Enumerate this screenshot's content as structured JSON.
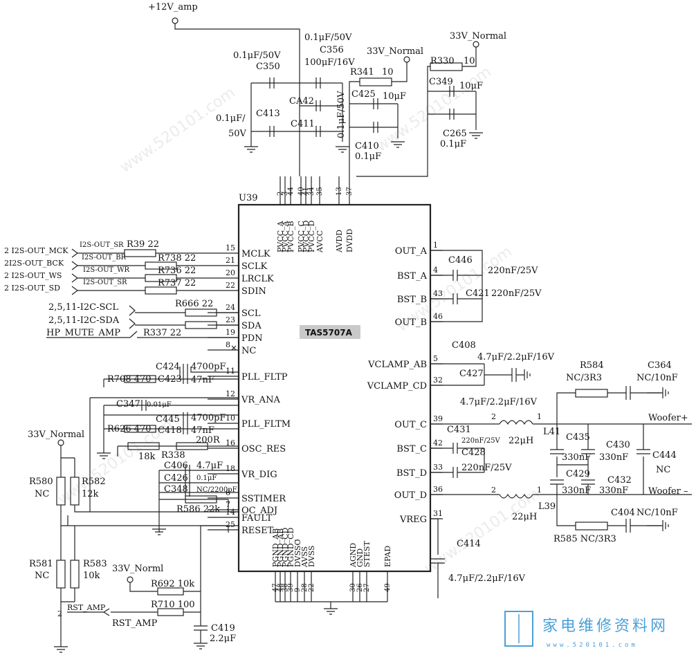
{
  "chip": {
    "ref": "U39",
    "part": "TAS5707A",
    "top_pins": [
      "PVCC_A",
      "PVCC_A",
      "PVCC_B",
      "PVCC_C",
      "PVCC_D",
      "PVCC_D",
      "AVCC",
      "AVDD",
      "DVDD"
    ],
    "top_pin_nums": [
      "2",
      "3",
      "44",
      "40",
      "41",
      "34",
      "35",
      "13",
      "37"
    ],
    "bottom_pins": [
      "PGND_AB",
      "PGND_AB",
      "PGND_CD",
      "PGND_CD",
      "DVSSO",
      "AVSS",
      "DVSS",
      "AGND",
      "GND",
      "STEST",
      "EPAD"
    ],
    "bottom_pin_nums": [
      "47",
      "48",
      "38",
      "39",
      "9",
      "28",
      "22",
      "30",
      "26",
      "27",
      "49"
    ],
    "left_pins": [
      {
        "name": "MCLK",
        "num": "15"
      },
      {
        "name": "SCLK",
        "num": "21"
      },
      {
        "name": "LRCLK",
        "num": "20"
      },
      {
        "name": "SDIN",
        "num": "22"
      },
      {
        "name": "SCL",
        "num": "24"
      },
      {
        "name": "SDA",
        "num": "23"
      },
      {
        "name": "PDN",
        "num": "19"
      },
      {
        "name": "NC",
        "num": "8"
      },
      {
        "name": "PLL_FLTP",
        "num": "11"
      },
      {
        "name": "VR_ANA",
        "num": "12"
      },
      {
        "name": "PLL_FLTM",
        "num": "10"
      },
      {
        "name": "OSC_RES",
        "num": "16"
      },
      {
        "name": "VR_DIG",
        "num": "18"
      },
      {
        "name": "SSTIMER",
        "num": "6"
      },
      {
        "name": "OC_ADJ",
        "num": "7"
      },
      {
        "name": "FAULT",
        "num": "14"
      },
      {
        "name": "RESET",
        "num": "25"
      }
    ],
    "right_pins": [
      {
        "name": "OUT_A",
        "num": "1"
      },
      {
        "name": "BST_A",
        "num": "4"
      },
      {
        "name": "BST_B",
        "num": "43"
      },
      {
        "name": "OUT_B",
        "num": "46"
      },
      {
        "name": "VCLAMP_AB",
        "num": "5"
      },
      {
        "name": "VCLAMP_CD",
        "num": "32"
      },
      {
        "name": "OUT_C",
        "num": "39"
      },
      {
        "name": "BST_C",
        "num": "42"
      },
      {
        "name": "BST_D",
        "num": "33"
      },
      {
        "name": "OUT_D",
        "num": "36"
      },
      {
        "name": "VREG",
        "num": "31"
      }
    ]
  },
  "rails": {
    "v12_amp": "+12V_amp",
    "v33_normal_a": "33V_Normal",
    "v33_normal_b": "33V_Normal",
    "v33_normal_c": "33V_Normal",
    "v33_norml": "33V_Norml"
  },
  "inputs": {
    "mck": "2 I2S-OUT_MCK",
    "bck": "2I2S-OUT_BCK",
    "ws": "2 I2S-OUT_WS",
    "sd": "2 I2S-OUT_SD",
    "scl": "2,5,11-I2C-SCL",
    "sda": "2,5,11-I2C-SDA",
    "hp_mute": "HP_MUTE_AMP",
    "rst_amp_left": "RST_AMP",
    "rst_amp": "RST_AMP",
    "rst_num": "2",
    "net_sr1": "I2S-OUT_SR",
    "net_br": "I2S-OUT_BR",
    "net_wr": "I2S-OUT_WR",
    "net_sr2": "I2S-OUT_SR"
  },
  "resistors": {
    "r39": "R39  22",
    "r738": "R738  22",
    "r736": "R736  22",
    "r737": "R737  22",
    "r666": "R666  22",
    "r337": "R337  22",
    "r708": "R708  470",
    "r626": "R626  470",
    "r338_val": "18k",
    "r338": "R338",
    "r338b": "200R",
    "r586": "R586  22k",
    "r580": "R580",
    "r580v": "NC",
    "r582": "R582",
    "r582v": "12k",
    "r581": "R581",
    "r581v": "NC",
    "r583": "R583",
    "r583v": "10k",
    "r692": "R692  10k",
    "r710": "R710  100",
    "r341": "R341",
    "r341v": "10",
    "r330": "R330",
    "r330v": "10",
    "r584": "R584",
    "r584v": "NC/3R3",
    "r585": "R585  NC/3R3"
  },
  "caps": {
    "c350": "C350",
    "c350v": "0.1μF/50V",
    "c413": "C413",
    "c413v1": "0.1μF/",
    "c413v2": "50V",
    "c356": "C356",
    "c356v": "0.1μF/50V",
    "ca42": "CA42",
    "ca42v": "100μF/16V",
    "c411": "C411",
    "c411v": "0.1μF/50V",
    "c425": "C425",
    "c425v": "10μF",
    "c410": "C410",
    "c410v": "0.1μF",
    "c349": "C349",
    "c349v": "10μF",
    "c265": "C265",
    "c265v": "0.1μF",
    "c424": "C424",
    "c424v": "4700pF",
    "c423": "C423",
    "c423v": "47nF",
    "c347": "C347",
    "c347v": "0.01μF",
    "c445": "C445",
    "c445v": "4700pF",
    "c418": "C418",
    "c418v": "47nF",
    "c406": "C406",
    "c406v": "4.7μF",
    "c426": "C426",
    "c426v": "0.1μF",
    "c348": "C348",
    "c348v": "NC/2200pF",
    "c419": "C419",
    "c419v": "2.2μF",
    "c446": "C446",
    "c446v": "220nF/25V",
    "c421": "C421",
    "c421v": "220nF/25V",
    "c408": "C408",
    "c408v": "4.7μF/2.2μF/16V",
    "c427": "C427",
    "c427v": "4.7μF/2.2μF/16V",
    "c431": "C431",
    "c431v": "220nF/25V",
    "c428": "C428",
    "c428v": "220nF/25V",
    "c435": "C435",
    "c435v": "330nF",
    "c430": "C430",
    "c430v": "330nF",
    "c429": "C429",
    "c429v": "330nF",
    "c432": "C432",
    "c432v": "330nF",
    "c444": "C444",
    "c444v": "NC",
    "c364": "C364",
    "c364v": "NC/10nF",
    "c404": "C404",
    "c404v": "NC/10nF",
    "c414": "C414",
    "c414v": "4.7μF/2.2μF/16V"
  },
  "inductors": {
    "l41": "L41",
    "l41v": "22μH",
    "l39": "L39",
    "l39v": "22μH"
  },
  "outputs": {
    "woofer_p": "Woofer+",
    "woofer_n": "Woofer –"
  },
  "watermark": {
    "text": "www.520101.com",
    "logo_cn": "家电维修资料网",
    "logo_url": "www.520101.com"
  }
}
